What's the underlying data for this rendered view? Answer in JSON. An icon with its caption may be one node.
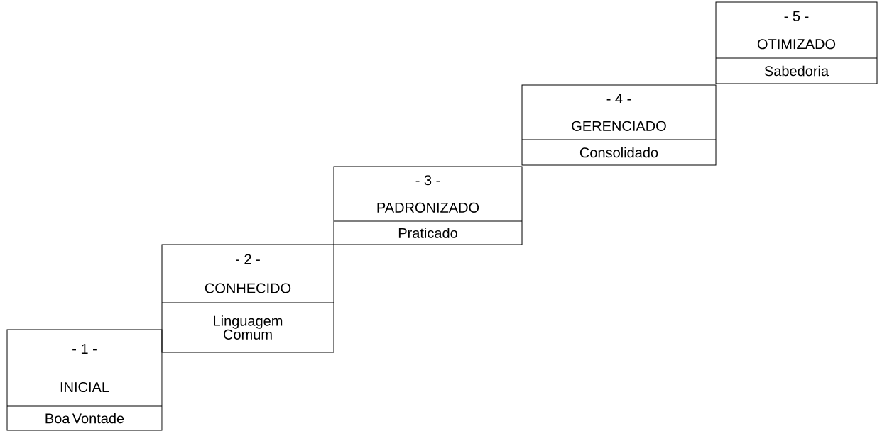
{
  "diagram": {
    "nodes": [
      {
        "text": [
          "- 1 -",
          "INICIAL",
          "Boa Vontade"
        ]
      },
      {
        "text": [
          "- 2 -",
          "CONHECIDO",
          "Linguagem Comum"
        ]
      },
      {
        "text": [
          "- 3 -",
          "PADRONIZADO",
          "Praticado"
        ]
      },
      {
        "text": [
          "- 4 -",
          "GERENCIADO",
          "Consolidado"
        ]
      },
      {
        "text": [
          "- 5 -",
          "OTIMIZADO",
          "Sabedoria"
        ]
      }
    ]
  }
}
